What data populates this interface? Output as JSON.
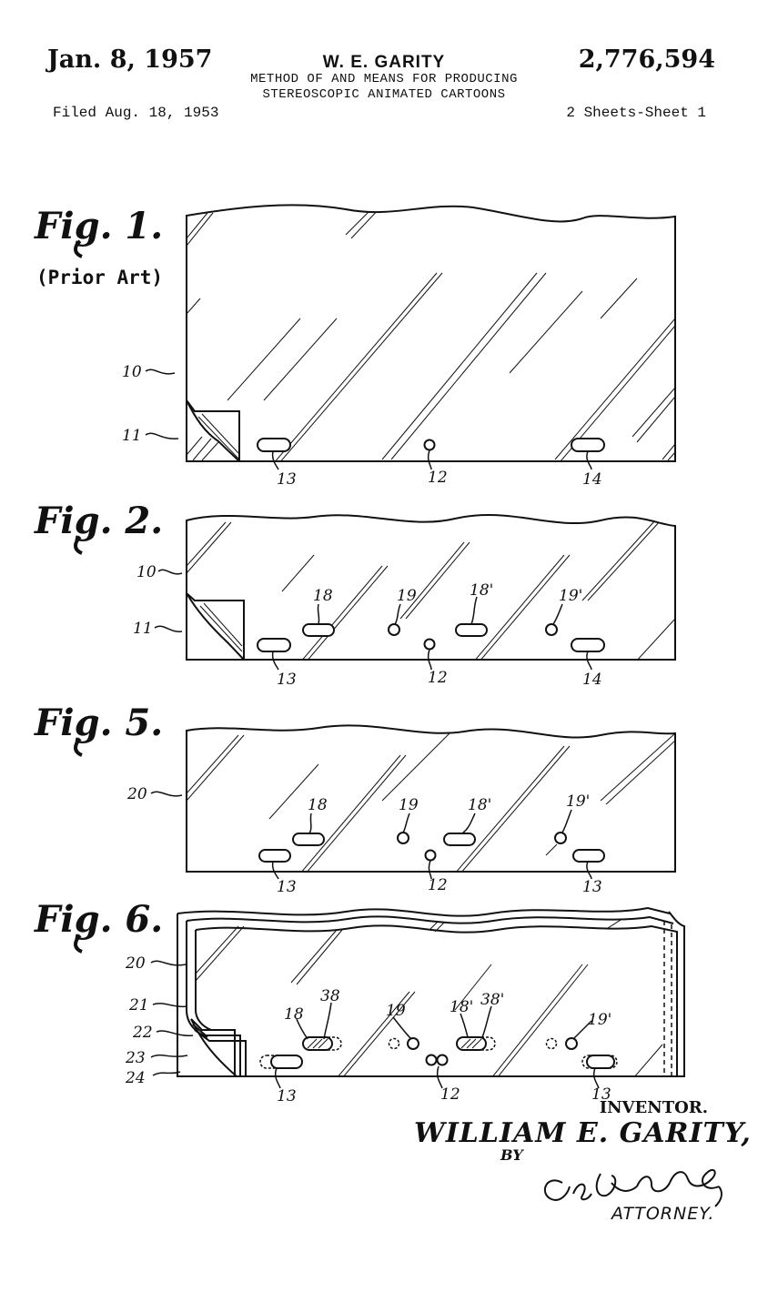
{
  "header": {
    "date": "Jan. 8, 1957",
    "inventor": "W. E. GARITY",
    "title_line1": "METHOD OF AND MEANS FOR PRODUCING",
    "title_line2": "STEREOSCOPIC ANIMATED CARTOONS",
    "patent_number": "2,776,594",
    "filed": "Filed Aug. 18, 1953",
    "sheets": "2 Sheets-Sheet 1"
  },
  "figures": {
    "fig1": {
      "label": "Fig. 1.",
      "note": "(Prior Art)",
      "refs": [
        "10",
        "11",
        "13",
        "12",
        "14"
      ]
    },
    "fig2": {
      "label": "Fig. 2.",
      "refs": [
        "10",
        "11",
        "18",
        "19",
        "18'",
        "19'",
        "13",
        "12",
        "14"
      ]
    },
    "fig5": {
      "label": "Fig. 5.",
      "refs": [
        "20",
        "18",
        "19",
        "18'",
        "19'",
        "13",
        "12",
        "13"
      ]
    },
    "fig6": {
      "label": "Fig. 6.",
      "refs": [
        "20",
        "21",
        "22",
        "23",
        "24",
        "18",
        "38",
        "19",
        "18'",
        "38'",
        "19'",
        "13",
        "12",
        "13"
      ]
    }
  },
  "signature": {
    "inventor_label": "INVENTOR.",
    "name": "WILLIAM E. GARITY,",
    "by": "BY",
    "attorney": "ATTORNEY."
  }
}
